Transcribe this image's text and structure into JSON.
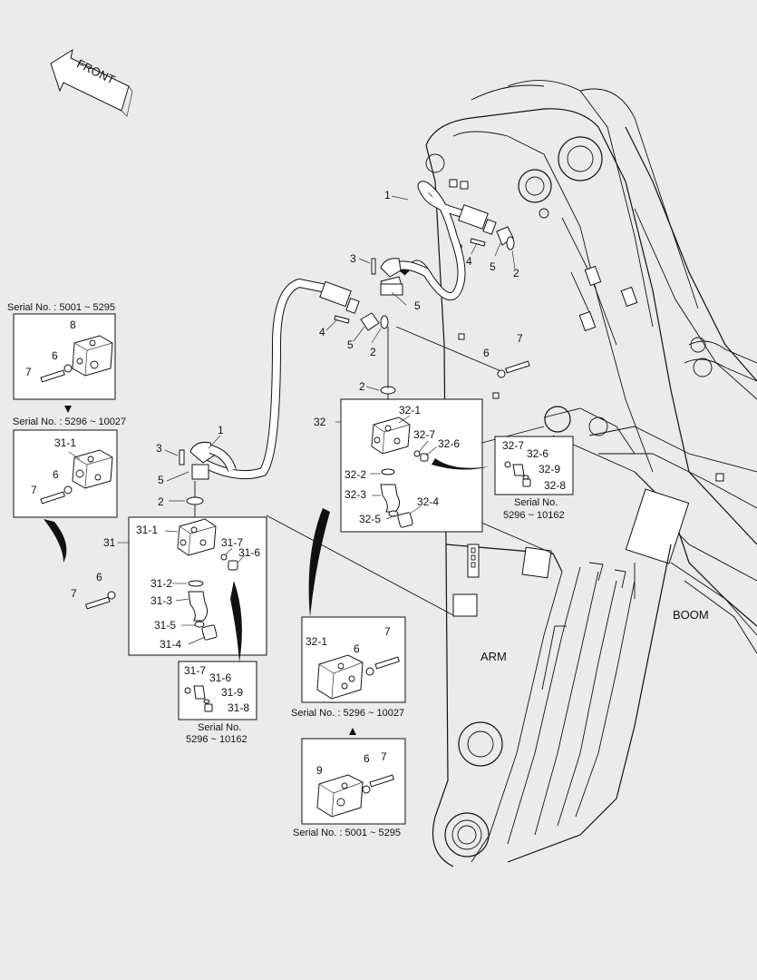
{
  "front_label": "FRONT",
  "boom_label": "BOOM",
  "arm_label": "ARM",
  "callouts": {
    "n1a": "1",
    "n1b": "1",
    "n2a": "2",
    "n2b": "2",
    "n2c": "2",
    "n2d": "2",
    "n3a": "3",
    "n3b": "3",
    "n4a": "4",
    "n4b": "4",
    "n5a": "5",
    "n5b": "5",
    "n5c": "5",
    "n5d": "5",
    "n6a": "6",
    "n6b": "6",
    "n6c": "6",
    "n6d": "6",
    "n6e": "6",
    "n7a": "7",
    "n7b": "7",
    "n7c": "7",
    "n7d": "7",
    "n7e": "7",
    "n8": "8",
    "n9": "9",
    "n31": "31",
    "n32": "32",
    "n31_1a": "31-1",
    "n31_1b": "31-1",
    "n31_2": "31-2",
    "n31_3": "31-3",
    "n31_4": "31-4",
    "n31_5": "31-5",
    "n31_6a": "31-6",
    "n31_6b": "31-6",
    "n31_7a": "31-7",
    "n31_7b": "31-7",
    "n31_8": "31-8",
    "n31_9": "31-9",
    "n32_1a": "32-1",
    "n32_1b": "32-1",
    "n32_2": "32-2",
    "n32_3": "32-3",
    "n32_4": "32-4",
    "n32_5": "32-5",
    "n32_6a": "32-6",
    "n32_6b": "32-6",
    "n32_7a": "32-7",
    "n32_7b": "32-7",
    "n32_8": "32-8",
    "n32_9": "32-9"
  },
  "serial_captions": {
    "left_top": "Serial No. : 5001 ~ 5295",
    "left_mid": "Serial No. : 5296 ~ 10027",
    "left_small_1": "Serial No.",
    "left_small_2": "5296 ~ 10162",
    "right_small_1": "Serial No.",
    "right_small_2": "5296 ~ 10162",
    "center_mid": "Serial No. : 5296 ~ 10027",
    "center_bottom": "Serial No. : 5001 ~ 5295"
  },
  "colors": {
    "background": "#ebebeb",
    "line": "#111111",
    "panel": "#ffffff"
  }
}
